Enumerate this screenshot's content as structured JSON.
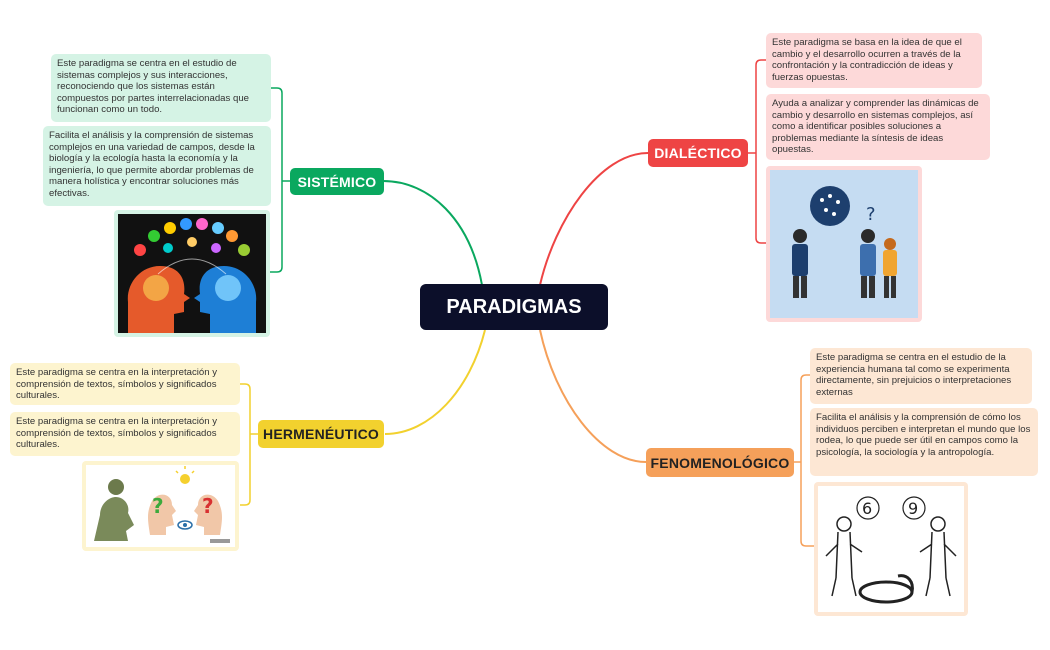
{
  "central": {
    "label": "PARADIGMAS"
  },
  "branches": {
    "sistemico": {
      "label": "SISTÉMICO",
      "color": "#0aa85f",
      "notes": [
        "Este paradigma se centra en el estudio de sistemas complejos y sus interacciones, reconociendo que los sistemas están compuestos por partes interrelacionadas que funcionan como un todo.",
        "Facilita el análisis y la comprensión de sistemas complejos en una variedad de campos, desde la biología y la ecología hasta la economía y la ingeniería, lo que permite abordar problemas de manera holística y encontrar soluciones más efectivas."
      ],
      "image_icon": "brain-network-illustration"
    },
    "dialectico": {
      "label": "DIALÉCTICO",
      "color": "#ee4444",
      "notes": [
        "Este paradigma se basa en la idea de que el cambio y el desarrollo ocurren a través de la confrontación y la contradicción de ideas y fuerzas opuestas.",
        "Ayuda a analizar y comprender las dinámicas de cambio y desarrollo en sistemas complejos, así como a identificar posibles soluciones a problemas mediante la síntesis de ideas opuestas."
      ],
      "image_icon": "people-discussing-illustration"
    },
    "hermeneutico": {
      "label": "HERMENÉUTICO",
      "color": "#f2d12e",
      "notes": [
        "Este paradigma se centra en la interpretación y comprensión de textos, símbolos y significados culturales.",
        "Este paradigma se centra en la interpretación y comprensión de textos, símbolos y significados culturales."
      ],
      "image_icon": "thinker-question-illustration"
    },
    "fenomenologico": {
      "label": "FENOMENOLÓGICO",
      "color": "#f5a05a",
      "notes": [
        "Este paradigma se centra en el estudio de la experiencia humana tal como se experimenta directamente, sin prejuicios o interpretaciones externas",
        "Facilita el análisis y la comprensión de cómo los individuos perciben e interpretan el mundo que los rodea, lo que puede ser útil en campos como la psicología, la sociología y la antropología."
      ],
      "image_icon": "six-nine-perspective-illustration"
    }
  }
}
